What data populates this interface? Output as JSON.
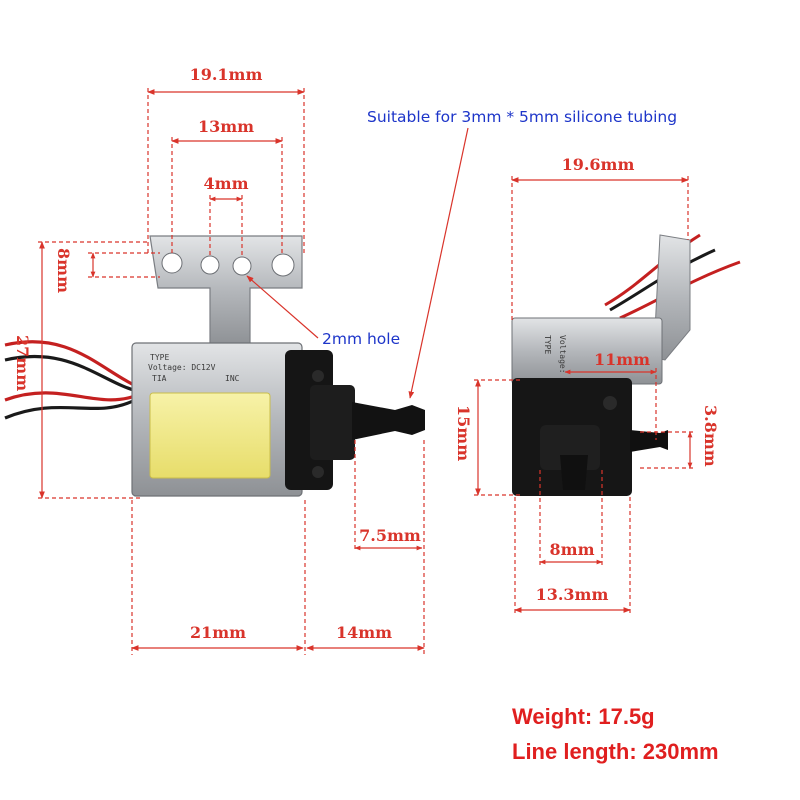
{
  "photo": "solenoid valve product photo with dimension callouts",
  "colors": {
    "dimension_red": "#d9342b",
    "note_blue": "#1d35c9",
    "spec_red": "#e01f1f",
    "coil_yellow": "#f2ea8a",
    "metal": "#b9bcc0",
    "black_plastic": "#151515"
  },
  "dimensions": {
    "top_width_left": "19.1mm",
    "hole_span": "13mm",
    "hole_spacing": "4mm",
    "bracket_height": "8mm",
    "body_height": "27mm",
    "body_length": "21mm",
    "nozzle_length": "14mm",
    "nozzle_width": "7.5mm",
    "top_width_right": "19.6mm",
    "port_offset": "11mm",
    "front_height": "15mm",
    "port_height": "3.8mm",
    "base_width": "8mm",
    "front_width": "13.3mm"
  },
  "notes": {
    "tubing": "Suitable for 3mm * 5mm silicone tubing",
    "hole": "2mm hole"
  },
  "specs": {
    "weight": "Weight: 17.5g",
    "line_length": "Line length: 230mm"
  },
  "label_plate": [
    "TYPE",
    "Voltage: DC12V",
    "TIA",
    "INC"
  ]
}
